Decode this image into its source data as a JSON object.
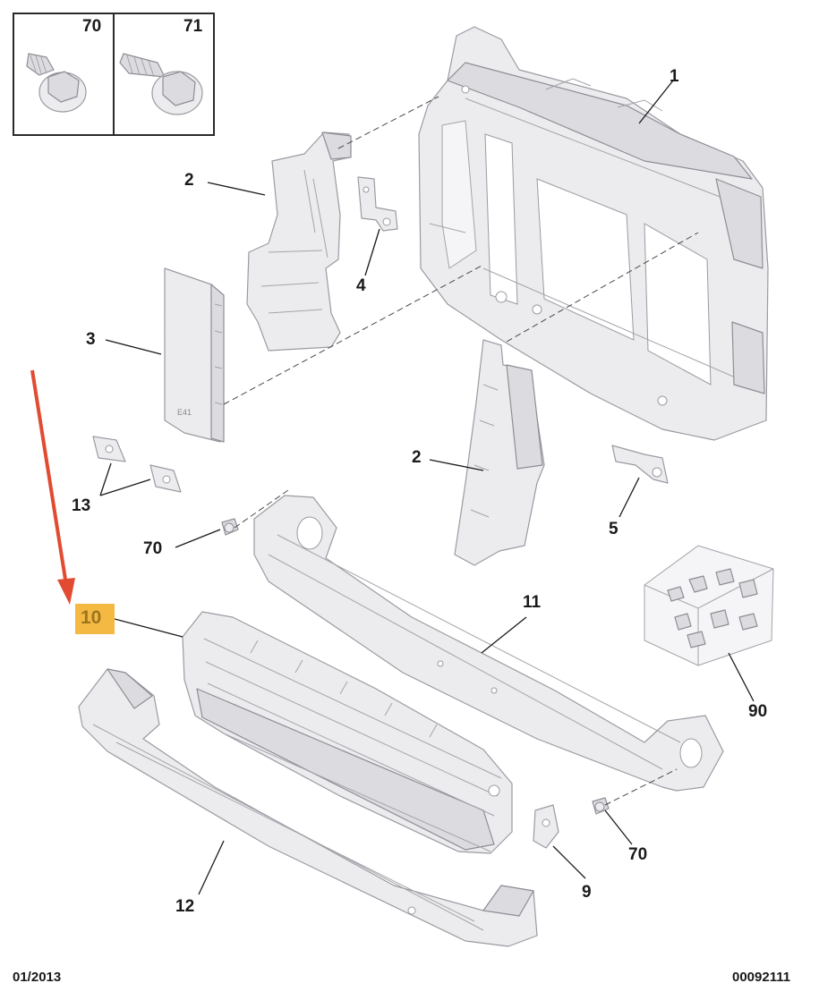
{
  "inset": {
    "label_left": "70",
    "label_right": "71"
  },
  "callouts": {
    "c1": "1",
    "c2_top": "2",
    "c2_mid": "2",
    "c3": "3",
    "c4": "4",
    "c5": "5",
    "c9": "9",
    "c10": "10",
    "c11": "11",
    "c12": "12",
    "c13": "13",
    "c70_left": "70",
    "c70_right": "70",
    "c90": "90"
  },
  "panel_marking": "E41",
  "footer": {
    "date": "01/2013",
    "ref": "00092111"
  },
  "colors": {
    "highlight": "#f4b942",
    "arrow": "#e14b32",
    "part_fill": "#ececee",
    "part_stroke": "#9a9aa2"
  }
}
